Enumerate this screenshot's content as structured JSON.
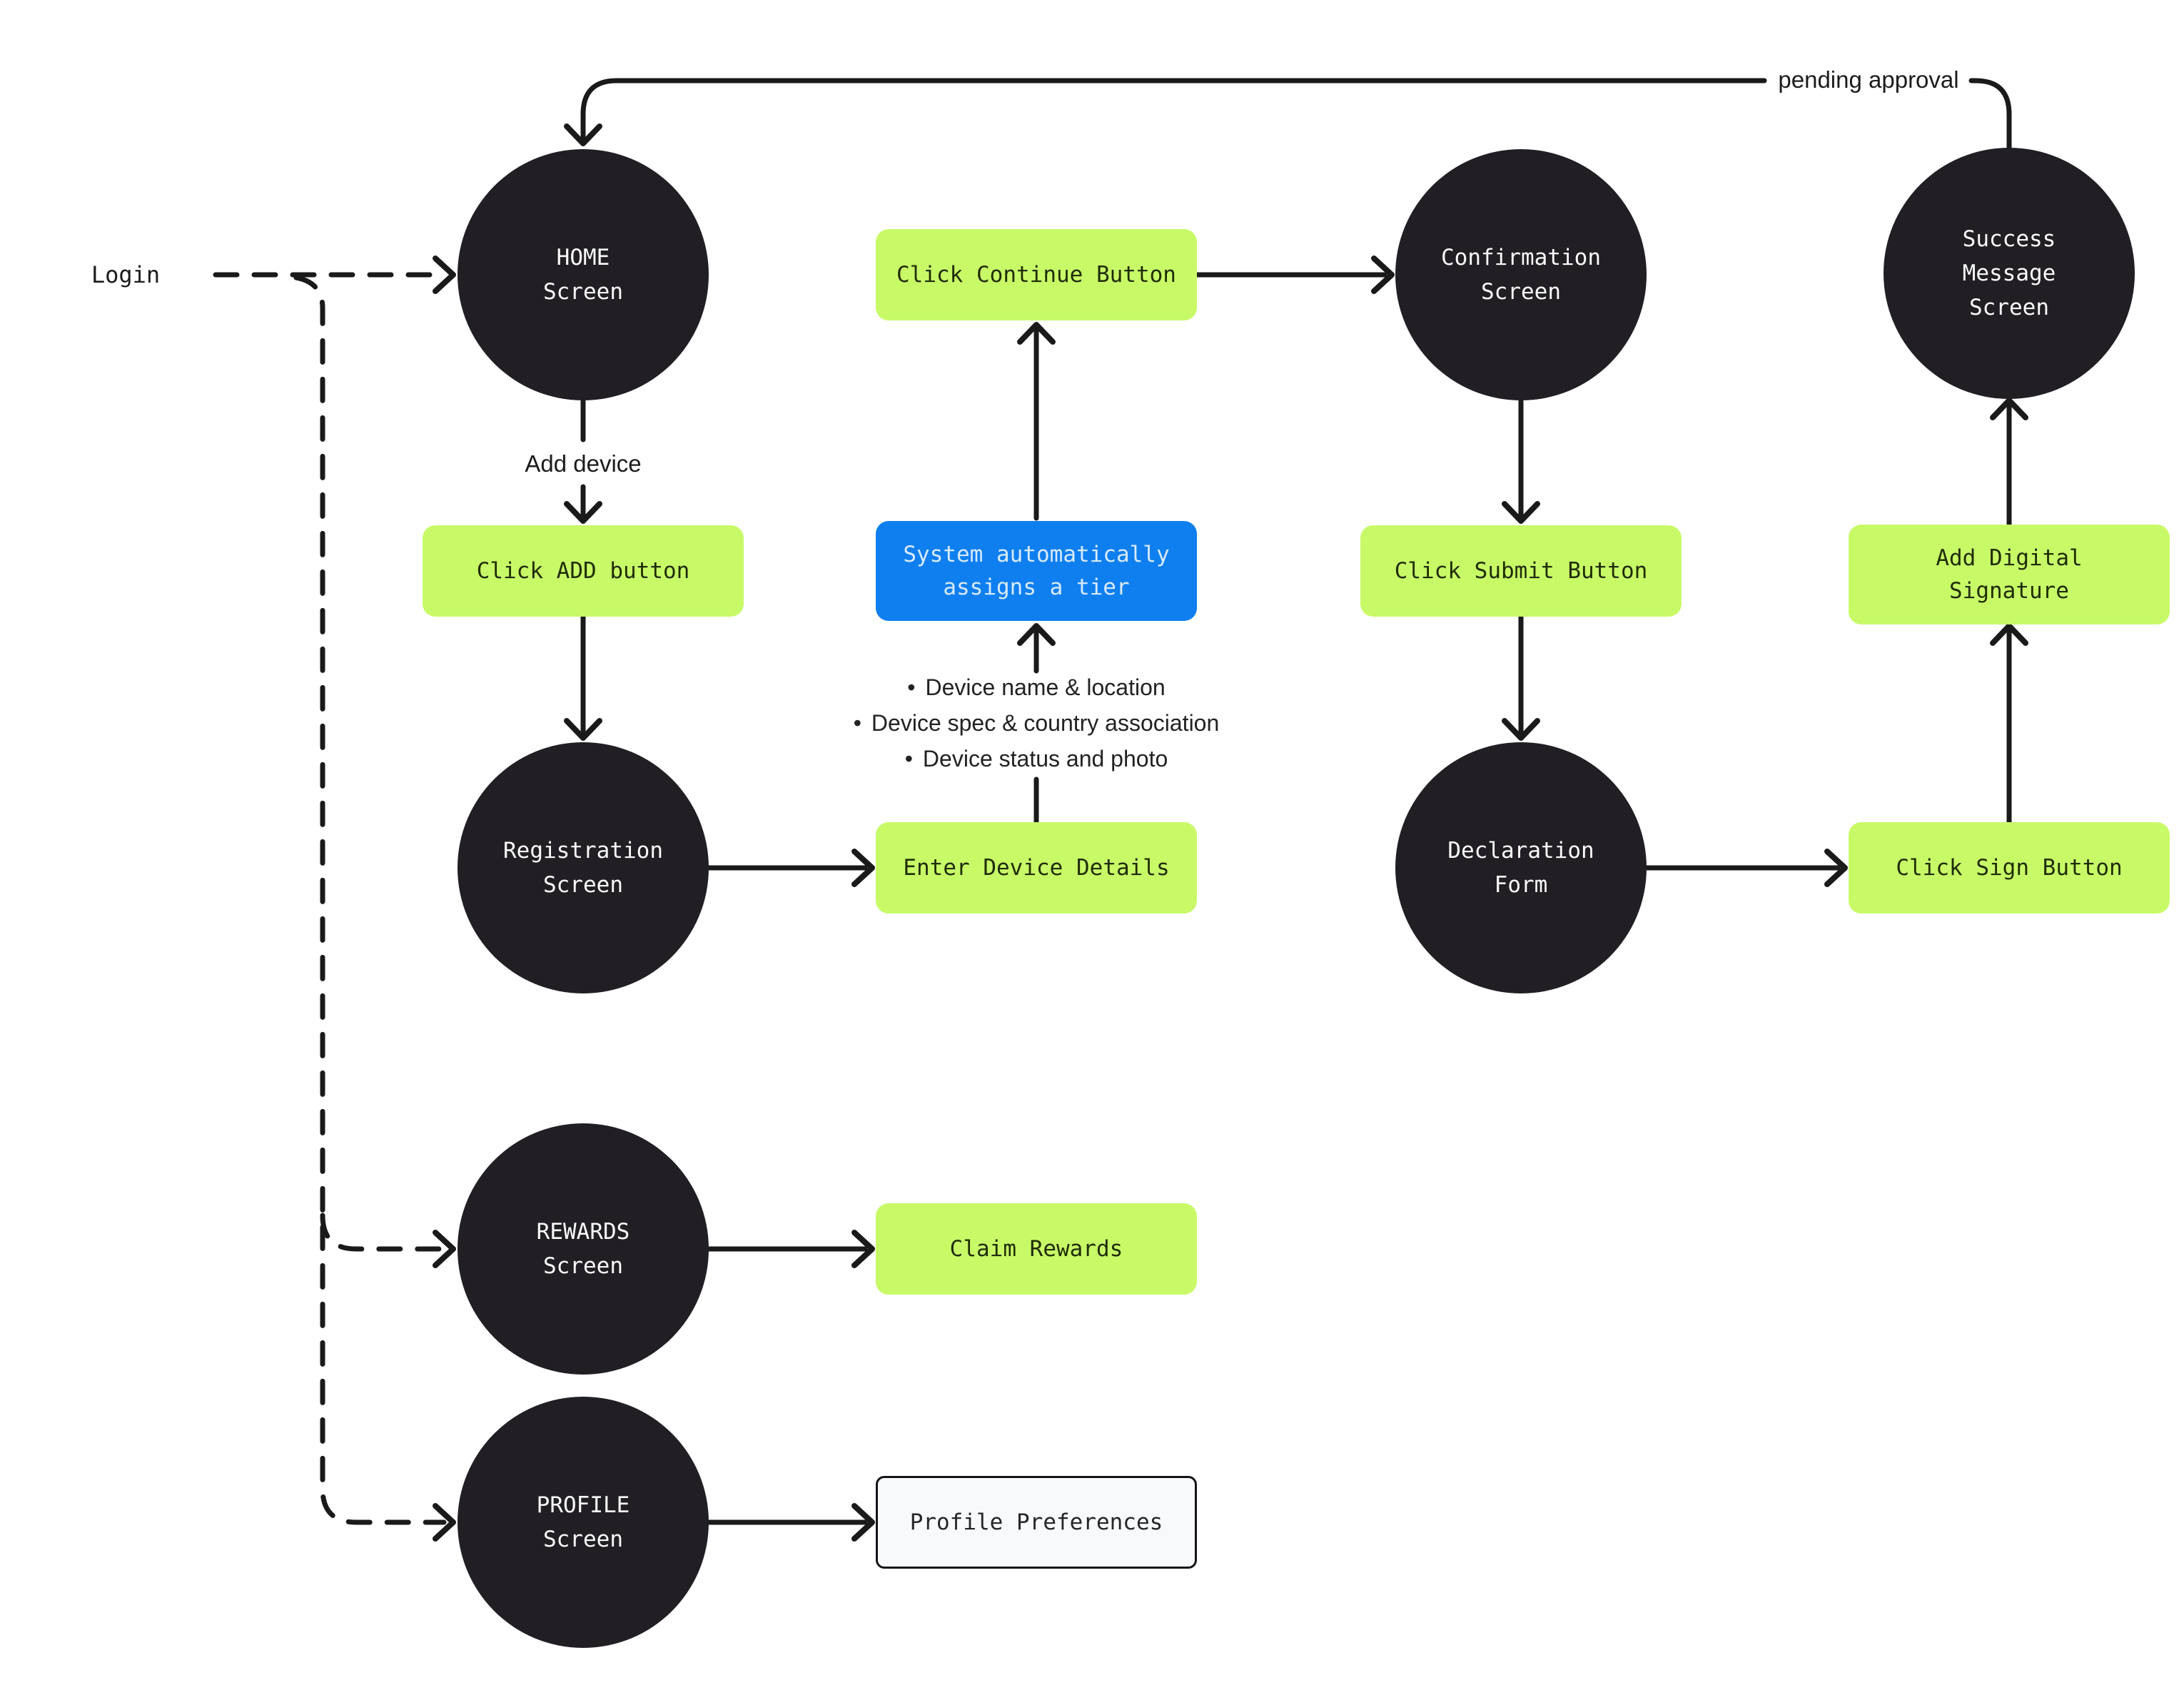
{
  "diagram": {
    "colors": {
      "background": "#ffffff",
      "node_dark": "#211e24",
      "node_green": "#c8fa68",
      "node_green_text": "#1f2d04",
      "node_blue": "#0f7fef",
      "node_blue_text": "#d7eafc",
      "light_box_bg": "#f8f9fb",
      "light_box_border": "#141418",
      "line": "#1a1a1a"
    },
    "nodes": {
      "home": {
        "label": "HOME\nScreen"
      },
      "registration": {
        "label": "Registration\nScreen"
      },
      "rewards": {
        "label": "REWARDS\nScreen"
      },
      "profile": {
        "label": "PROFILE\nScreen"
      },
      "confirmation": {
        "label": "Confirmation\nScreen"
      },
      "declaration": {
        "label": "Declaration\nForm"
      },
      "success": {
        "label": "Success\nMessage\nScreen"
      },
      "click_add": {
        "label": "Click ADD button"
      },
      "click_continue": {
        "label": "Click Continue Button"
      },
      "system_tier": {
        "label": "System automatically\nassigns a tier"
      },
      "enter_details": {
        "label": "Enter Device Details"
      },
      "click_submit": {
        "label": "Click Submit Button"
      },
      "click_sign": {
        "label": "Click Sign Button"
      },
      "add_signature": {
        "label": "Add Digital\nSignature"
      },
      "claim_rewards": {
        "label": "Claim Rewards"
      },
      "profile_preferences": {
        "label": "Profile Preferences"
      }
    },
    "edge_labels": {
      "login": "Login",
      "add_device": "Add device",
      "pending_approval": "pending approval"
    },
    "device_details_bullets": [
      "Device name & location",
      "Device spec & country association",
      "Device status and photo"
    ]
  }
}
